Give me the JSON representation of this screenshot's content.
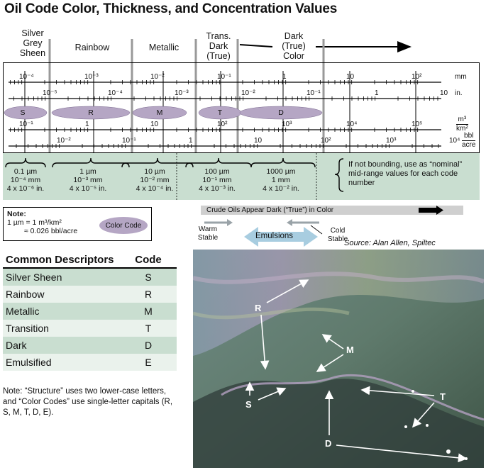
{
  "title": "Oil Code Color, Thickness, and Concentration Values",
  "categories": [
    {
      "lines": [
        "Silver",
        "Grey",
        "Sheen"
      ]
    },
    {
      "lines": [
        "Rainbow"
      ]
    },
    {
      "lines": [
        "Metallic"
      ]
    },
    {
      "lines": [
        "Trans.",
        "Dark",
        "(True)"
      ]
    },
    {
      "lines": [
        "Dark",
        "(True)",
        "Color"
      ]
    }
  ],
  "scales": {
    "mm": {
      "unit": "mm",
      "ticks": [
        "10⁻⁴",
        "10⁻³",
        "10⁻²",
        "10⁻¹",
        "1",
        "10",
        "10²"
      ]
    },
    "in": {
      "unit": "in.",
      "ticks": [
        "10⁻⁵",
        "10⁻⁴",
        "10⁻³",
        "10⁻²",
        "10⁻¹",
        "1",
        "10"
      ]
    },
    "m3km2": {
      "unit_top": "m³",
      "unit_bottom": "km²",
      "ticks": [
        "10⁻¹",
        "1",
        "10",
        "10²",
        "10³",
        "10⁴",
        "10⁵"
      ]
    },
    "bblacre": {
      "unit_top": "bbl",
      "unit_bottom": "acre",
      "ticks": [
        "10⁻²",
        "10⁻¹",
        "1",
        "10",
        "10²",
        "10³",
        "10⁴"
      ]
    }
  },
  "codes": [
    "S",
    "R",
    "M",
    "T",
    "D"
  ],
  "nominal_values": [
    {
      "lines": [
        "0.1 µm",
        "10⁻⁴ mm",
        "4 x 10⁻⁶ in."
      ]
    },
    {
      "lines": [
        "1 µm",
        "10⁻³ mm",
        "4 x 10⁻⁵ in."
      ]
    },
    {
      "lines": [
        "10 µm",
        "10⁻² mm",
        "4 x 10⁻⁴ in."
      ]
    },
    {
      "lines": [
        "100 µm",
        "10⁻¹ mm",
        "4 x 10⁻³ in."
      ]
    },
    {
      "lines": [
        "1000 µm",
        "1 mm",
        "4 x 10⁻² in."
      ]
    }
  ],
  "nominal_note": "If not bounding, use as “nominal” mid-range values for each code number",
  "note": {
    "heading": "Note:",
    "line1": "1 µm = 1 m³/km²",
    "line2": "≈ 0.026 bbl/acre",
    "color_code_label": "Color Code"
  },
  "crude_label": "Crude Oils Appear Dark (“True”) in Color",
  "warm_stable": [
    "Warm",
    "Stable"
  ],
  "cold_stable": [
    "Cold",
    "Stable"
  ],
  "emulsions": "Emulsions",
  "source": "Source:  Alan Allen, Spiltec",
  "descriptors": {
    "header_desc": "Common Descriptors",
    "header_code": "Code",
    "rows": [
      {
        "name": "Silver Sheen",
        "code": "S"
      },
      {
        "name": "Rainbow",
        "code": "R"
      },
      {
        "name": "Metallic",
        "code": "M"
      },
      {
        "name": "Transition",
        "code": "T"
      },
      {
        "name": "Dark",
        "code": "D"
      },
      {
        "name": "Emulsified",
        "code": "E"
      }
    ]
  },
  "structure_note": "Note: “Structure” uses two lower-case letters, and “Color Codes” use single-letter capitals (R, S, M, T, D, E).",
  "photo_labels": {
    "R": "R",
    "M": "M",
    "S": "S",
    "T": "T",
    "D": "D"
  },
  "colors": {
    "green_band": "#c9ded0",
    "ellipse": "#b5a6c4",
    "emulsion_arrow": "#a8cde0",
    "grey_bar": "#cfcfcf"
  }
}
